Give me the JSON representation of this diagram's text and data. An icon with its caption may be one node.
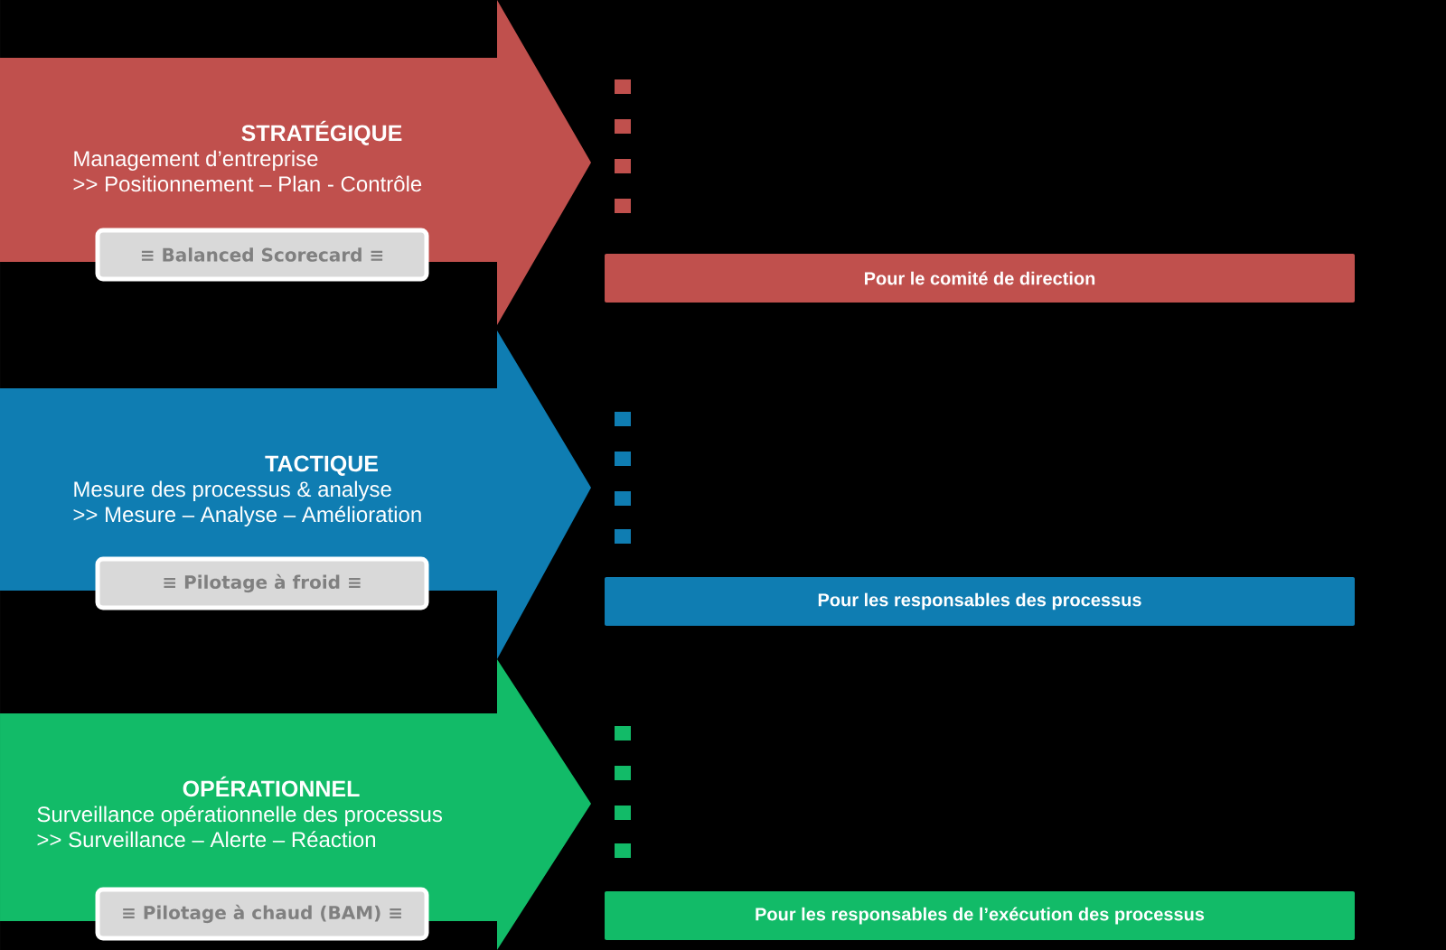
{
  "diagram": {
    "nodes": [
      {
        "text": [
          "STRATÉGIQUE",
          "Management d’entreprise",
          ">> Positionnement – Plan - Contrôle"
        ]
      },
      {
        "text": [
          "≡ Balanced Scorecard ≡"
        ],
        "in": 0
      },
      {
        "text": [
          "Pour le comité de direction"
        ]
      },
      {
        "text": [
          "TACTIQUE",
          "Mesure des processus & analyse",
          ">> Mesure – Analyse – Amélioration"
        ]
      },
      {
        "text": [
          "≡ Pilotage à froid ≡"
        ],
        "in": 3
      },
      {
        "text": [
          "Pour les responsables des processus"
        ]
      },
      {
        "text": [
          "OPÉRATIONNEL",
          "Surveillance opérationnelle des processus",
          ">> Surveillance – Alerte – Réaction"
        ]
      },
      {
        "text": [
          "≡ Pilotage à chaud (BAM) ≡"
        ],
        "in": 6
      },
      {
        "text": [
          "Pour les responsables de l’exécution des processus"
        ]
      }
    ]
  }
}
